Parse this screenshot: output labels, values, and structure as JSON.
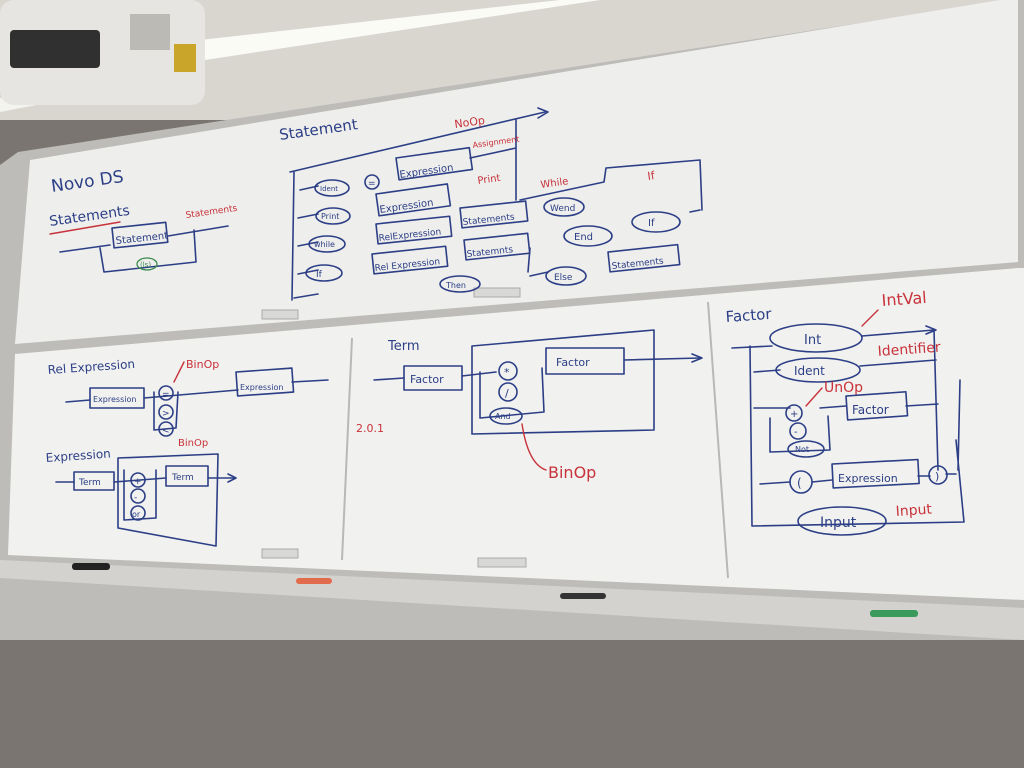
{
  "upper_board": {
    "title": "Novo DS",
    "statements": {
      "heading": "Statements",
      "box": "Statement",
      "loop_label": "Statements",
      "small_oval": "(ls)"
    },
    "statement": {
      "heading": "Statement",
      "noop": "NoOp",
      "assignment": "Assignment",
      "print_tag": "Print",
      "while_tag": "While",
      "if_tag": "If",
      "ident": "Ident",
      "equals": "=",
      "expression": "Expression",
      "print": "Print",
      "expression2": "Expression",
      "while": "while",
      "relexpr": "RelExpression",
      "statements": "Statements",
      "wend": "Wend",
      "if": "If",
      "relexpr2": "Rel Expression",
      "then": "Then",
      "statements2": "Statemnts",
      "end": "End",
      "if2": "If",
      "else": "Else",
      "statements3": "Statements"
    }
  },
  "lower_left": {
    "relexpr": {
      "heading": "Rel Expression",
      "binop": "BinOp",
      "expr1": "Expression",
      "expr2": "Expression",
      "ops": [
        "=",
        ">",
        "<"
      ]
    },
    "expression": {
      "heading": "Expression",
      "binop": "BinOp",
      "term1": "Term",
      "term2": "Term",
      "ops": [
        "+",
        "-",
        "or"
      ]
    }
  },
  "lower_middle": {
    "heading": "Term",
    "factor1": "Factor",
    "factor2": "Factor",
    "ops": [
      "*",
      "/",
      "And"
    ],
    "binop": "BinOp",
    "note": "2.0.1"
  },
  "lower_right": {
    "heading": "Factor",
    "int": "Int",
    "intval": "IntVal",
    "ident": "Ident",
    "identifier": "Identifier",
    "unop": "UnOp",
    "factor": "Factor",
    "ops": [
      "+",
      "-",
      "Not"
    ],
    "lparen": "(",
    "expression": "Expression",
    "rparen": ")",
    "input": "Input",
    "input_tag": "Input"
  }
}
